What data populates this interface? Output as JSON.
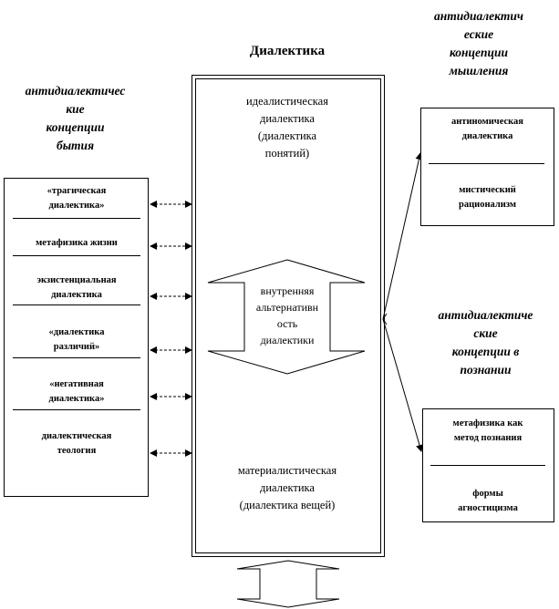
{
  "title": "Диалектика",
  "left_heading": [
    "антидиалектичес",
    "кие",
    "концепции",
    "бытия"
  ],
  "top_right_heading": [
    "антидиалектич",
    "еские",
    "концепции",
    "мышления"
  ],
  "mid_right_heading": [
    "антидиалектиче",
    "ские",
    "концепции в",
    "познании"
  ],
  "center": {
    "top_text": [
      "идеалистическая",
      "диалектика",
      "(диалектика",
      "понятий)"
    ],
    "middle_text": [
      "внутренняя",
      "альтернативн",
      "ость",
      "диалектики"
    ],
    "bottom_text": [
      "материалистическая",
      "диалектика",
      "(диалектика вещей)"
    ]
  },
  "left_items": [
    [
      "«трагическая",
      "диалектика»"
    ],
    [
      "метафизика жизни"
    ],
    [
      "экзистенциальная",
      "диалектика"
    ],
    [
      "«диалектика",
      "различий»"
    ],
    [
      "«негативная",
      "диалектика»"
    ],
    [
      "диалектическая",
      "теология"
    ]
  ],
  "right_top_items": [
    [
      "антиномическая",
      "диалектика"
    ],
    [
      "мистический",
      "рационализм"
    ]
  ],
  "right_bottom_items": [
    [
      "метафизика как",
      "метод познания"
    ],
    [
      "формы",
      "агностицизма"
    ]
  ]
}
